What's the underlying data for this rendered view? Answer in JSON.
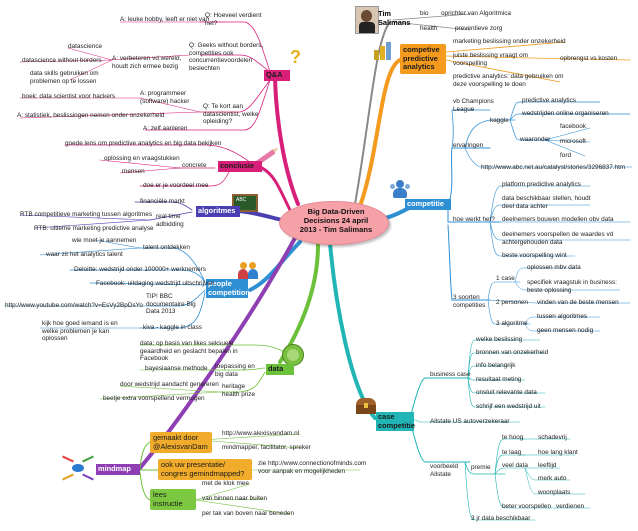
{
  "center": {
    "line1": "Big Data-Driven",
    "line2": "Decisions 24 april",
    "line3": "2013 - Tim Salimans"
  },
  "tim": {
    "title": "Tim Salimans",
    "bio_label": "bio",
    "bio_value": "oprichter van Algoritmica",
    "health_label": "health",
    "health_value": "preventieve zorg"
  },
  "competitive": {
    "title": "competive predictive analytics",
    "items": [
      "marketing beslissing onder onzekerheid",
      "juiste beslissing vraagt om voorspelling",
      "opbrengst vs kosten",
      "predictive analytics: data gebruiken om deze voorspelling te doen"
    ]
  },
  "competitie": {
    "title": "competitie",
    "ervaringen": "ervaringen",
    "vb": "vb Champions League",
    "kaggle": "kaggle",
    "predictive": "predictive analytics",
    "wedstrijden": "wedstrijden online organiseren",
    "waaronder": "waaronder",
    "facebook": "facebook",
    "microsoft": "microsoft",
    "ford": "ford",
    "url": "http://www.abc.net.au/catalyst/stories/3296837.htm",
    "hoe_werkt": "hoe werkt het?",
    "how_items": [
      "platform predictive analytics",
      "data beschikbaar stellen, houdt deel data achter",
      "deelnemers bouwen modellen obv data",
      "deelnemers voorspellen de waardes vd achtergehouden data",
      "beste voorspelling wint"
    ],
    "soorten": "3 soorten competities",
    "case1": "1 case",
    "case1_items": [
      "oplossen mbv data",
      "specifiek vraagstuk in business: beste oplossing"
    ],
    "persons": "2 personen",
    "persons_item": "vinden van de beste mensen",
    "algoritme": "3 algoritme",
    "algoritme_items": [
      "tussen algoritmes",
      "geen mensen nodig"
    ]
  },
  "case_competitie": {
    "title": "case competitie",
    "business_case": "business case",
    "bc_items": [
      "welke beslissing",
      "bronnen van onzekerheid",
      "info belangrijk",
      "resultaat meting",
      "onsluit relevante data",
      "schrijf een wedstrijd uit"
    ],
    "allstate_header": "Allstate US autoverzekeraar",
    "voorbeeld": "voorbeeld Allstate",
    "premie": "premie",
    "te_hoog": "te hoog",
    "schadevrij": "schadevrij",
    "te_laag": "te laag",
    "hoe_lang": "hoe lang klant",
    "veel_data": "veel data",
    "leeftijd": "leeftijd",
    "merk_auto": "merk auto",
    "woonplaats": "woonplaats",
    "beter": "beter voorspellen",
    "verdienen": "verdienen",
    "jr": "3 jr data beschikbaar"
  },
  "qa": {
    "title": "Q&A",
    "q1": "Q: Hoeveel verdient het?",
    "a1": "A: leuke hobby, leeft er niet van",
    "q2": "Q: Geeks without borders, competities ook concurrentievoordelen beslechten",
    "a2": "A: verbeteren vd wereld, houdt zich ermee bezig",
    "a2_items": [
      "datascience",
      "datascience without borders",
      "data skills gebruiken om problemen op te lossen"
    ],
    "q3": "Q: Te kort aan datascientist, welke opleiding?",
    "a3a": "A: programmeer (software) hacker",
    "a3a_item": "boek: data scientist voor hackers",
    "a3b": "A:  statistiek, beslissingen nemen onder onzekerheid",
    "a3c": "A: zelf aanleren"
  },
  "conclusie": {
    "title": "conclusie",
    "top": "goede lens om predictive analytics en big data bekijken",
    "concrete": "concrete",
    "concrete_items": [
      "oplossing en vraagstukken",
      "mensen"
    ],
    "bottom": "doe er je voordeel mee"
  },
  "algoritmes": {
    "title": "algoritmes",
    "fin": "financiële markt",
    "real": "real time adbidding",
    "rtb1": "RTB competitieve marketing tussen algoritmes",
    "rtb2": "RTB: ultieme marketing predictive analyse"
  },
  "people": {
    "title": "people competition",
    "talent": "talent ontdekken",
    "talent_items": [
      "wie moet je aannemen",
      "waar zit het analytics talent"
    ],
    "deloitte": "Deloitte: wedstrijd onder 100000+ werknemers",
    "facebook": "Facebook: uitdaging wedstrijd uitschrijven",
    "tip": "TIP! BBC documentaire Big Data 2013",
    "yt": "http://www.youtube.com/watch?v=EsVy2BpDsYo",
    "kiva": "kiva - kaggle in class",
    "kiva_item": "kijk hoe goed iemand is en welke problemen je kan oplossen"
  },
  "data": {
    "title": "data",
    "top": "data: op basis van likes seksuele geaardheid en geslacht bepalen in Facebook",
    "toepassing": "toepassing en big data",
    "toepassing_item": "bayesiaanse methode",
    "heritage": "heritage health prize",
    "heritage_items": [
      "door wedstrijd aandacht genereren",
      "beetje extra voorspellend vermogen"
    ]
  },
  "mindmap": {
    "title": "mindmap",
    "n1": "gemaakt door @AlexisvanDam",
    "n1_items": [
      "http://www.alexisvandam.nl",
      "mindmapper, facilitator, spreker"
    ],
    "n2": "ook uw presentatie/ congres gemindmapped?",
    "n2_item": "zie http://www.connectionofminds.com voor aanpak en mogelijkheden",
    "n3": "lees instructie",
    "n3_items": [
      "met de klok mee",
      "van binnen naar buiten",
      "per tak van boven naar beneden"
    ]
  },
  "colors": {
    "orange": "#f39a1f",
    "magenta": "#d8207a",
    "blue": "#2f8fd3",
    "teal": "#21b5b5",
    "green": "#6cc13a",
    "purple": "#8e3fb3",
    "navy": "#4a3fb0"
  }
}
